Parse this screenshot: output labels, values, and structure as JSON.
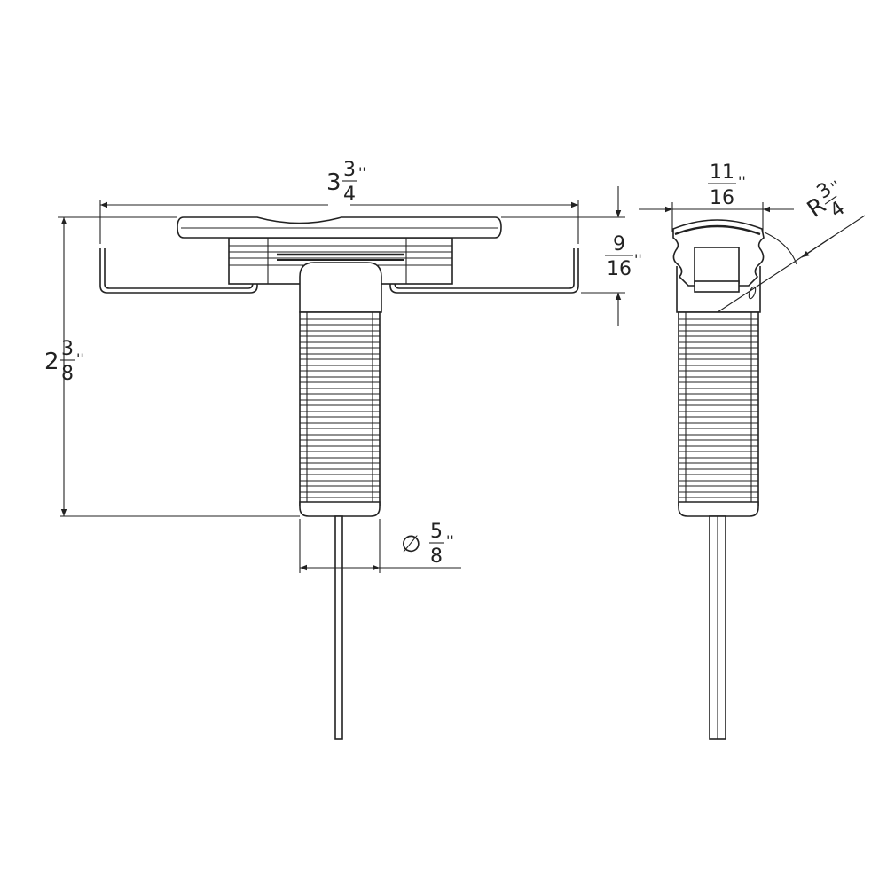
{
  "dimensions": {
    "overall_width": {
      "whole": "3",
      "numerator": "3",
      "denominator": "4",
      "unit": "''"
    },
    "overall_height": {
      "whole": "2",
      "numerator": "3",
      "denominator": "8",
      "unit": "''"
    },
    "flange_height": {
      "numerator": "9",
      "denominator": "16",
      "unit": "''"
    },
    "stem_diameter": {
      "symbol": "∅",
      "numerator": "5",
      "denominator": "8",
      "unit": "''"
    },
    "side_width": {
      "numerator": "11",
      "denominator": "16",
      "unit": "''"
    },
    "radius": {
      "prefix": "R",
      "numerator": "3",
      "denominator": "4",
      "unit": "''"
    }
  },
  "colors": {
    "line": "#222222",
    "background": "#ffffff"
  }
}
